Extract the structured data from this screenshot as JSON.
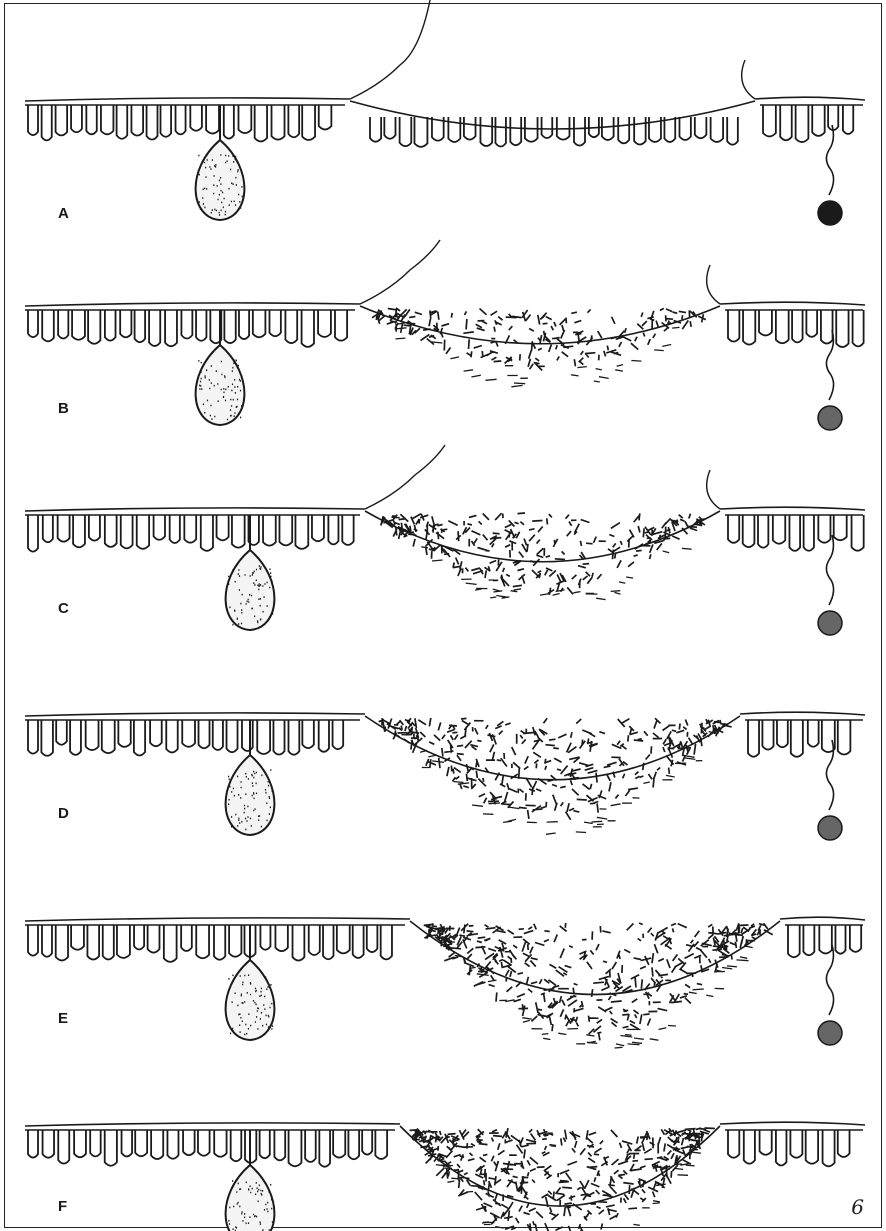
{
  "panels": [
    {
      "label": "A",
      "stage": 0
    },
    {
      "label": "B",
      "stage": 1
    },
    {
      "label": "C",
      "stage": 2
    },
    {
      "label": "D",
      "stage": 3
    },
    {
      "label": "E",
      "stage": 4
    },
    {
      "label": "F",
      "stage": 5
    }
  ],
  "corner_mark": "6",
  "colors": {
    "ink": "#1a1a1a",
    "paper": "#ffffff"
  }
}
